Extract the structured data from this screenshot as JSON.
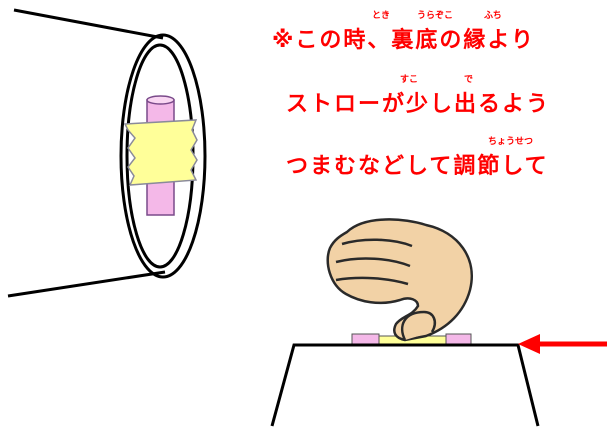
{
  "colors": {
    "text": "#ff0000",
    "arrow": "#ff0000",
    "outline": "#000000",
    "straw": "#f4b8e8",
    "tape": "#ffff99",
    "hand": "#f2d2a6"
  },
  "note": {
    "line1": "※この時、裏底の縁より",
    "line2": "ストローが少し出るよう",
    "line3": "つまむなどして調節して"
  },
  "furigana": {
    "toki": "とき",
    "urazoko": "うらぞこ",
    "fuchi": "ふち",
    "sukoshi": "すこ",
    "de": "で",
    "chousetsu": "ちょうせつ"
  }
}
